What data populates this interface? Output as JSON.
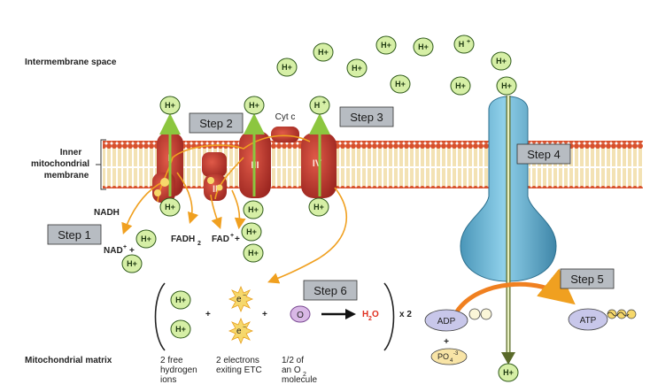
{
  "labels": {
    "intermembrane": "Intermembrane space",
    "inner_membrane": [
      "Inner",
      "mitochondrial",
      "membrane"
    ],
    "matrix": "Mitochondrial matrix",
    "cyt_c": "Cyt c",
    "nadh": "NADH",
    "nad": "NAD",
    "fadh2": "FADH",
    "fad": "FAD",
    "plus": "+",
    "two": "2",
    "complexes": [
      "I",
      "II",
      "III",
      "IV"
    ],
    "oxygen": "O",
    "water_h": "H",
    "water_o": "O",
    "x2": "x 2",
    "adp": "ADP",
    "atp": "ATP",
    "po4": "PO",
    "po4_sub": "4",
    "po4_sup": "-3",
    "electron": "e",
    "hplus": "H+",
    "hplus_sup": "H",
    "sup_plus": "+",
    "sup_minus": "−"
  },
  "matrix_captions": {
    "hydrogen": [
      "2 free",
      "hydrogen",
      "ions"
    ],
    "electrons": [
      "2 electrons",
      "exiting ETC"
    ],
    "oxygen": [
      "1/2 of",
      "an O",
      "molecule"
    ]
  },
  "steps": [
    "Step 1",
    "Step 2",
    "Step 3",
    "Step 4",
    "Step 5",
    "Step 6"
  ],
  "colors": {
    "ion_fill": "#d6efa6",
    "ion_stroke": "#2f5a1a",
    "complex": "#b8322a",
    "membrane_head": "#d8502c",
    "synthase": "#6fb7d4",
    "arrow_orange": "#f0a020",
    "step_box": "#b7bcc2"
  }
}
